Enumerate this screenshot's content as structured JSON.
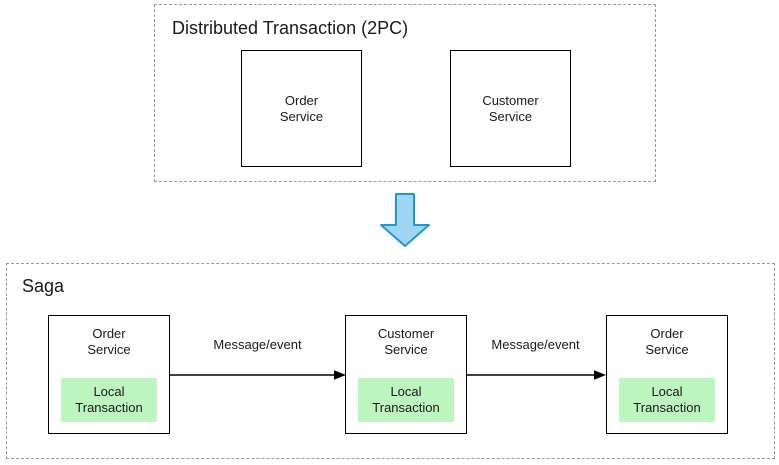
{
  "diagram": {
    "title_top": "Distributed Transaction (2PC)",
    "title_bottom": "Saga",
    "accent_green": "#bdf5bf",
    "accent_blue_fill": "#9ed5f0",
    "accent_blue_stroke": "#2196d6",
    "dash_color": "#9a9a9a",
    "box_stroke": "#000000"
  },
  "top_section": {
    "label": "Distributed Transaction (2PC)",
    "boxes": [
      {
        "name": "order-service",
        "label": "Order\nService"
      },
      {
        "name": "customer-service",
        "label": "Customer\nService"
      }
    ]
  },
  "transition": {
    "icon": "down-arrow-icon",
    "direction": "down"
  },
  "bottom_section": {
    "label": "Saga",
    "boxes": [
      {
        "name": "order-service",
        "label": "Order\nService",
        "chip": "Local\nTransaction"
      },
      {
        "name": "customer-service",
        "label": "Customer\nService",
        "chip": "Local\nTransaction"
      },
      {
        "name": "order-service-2",
        "label": "Order\nService",
        "chip": "Local\nTransaction"
      }
    ],
    "edges": [
      {
        "name": "edge-order-to-customer",
        "label": "Message/event"
      },
      {
        "name": "edge-customer-to-order",
        "label": "Message/event"
      }
    ]
  }
}
